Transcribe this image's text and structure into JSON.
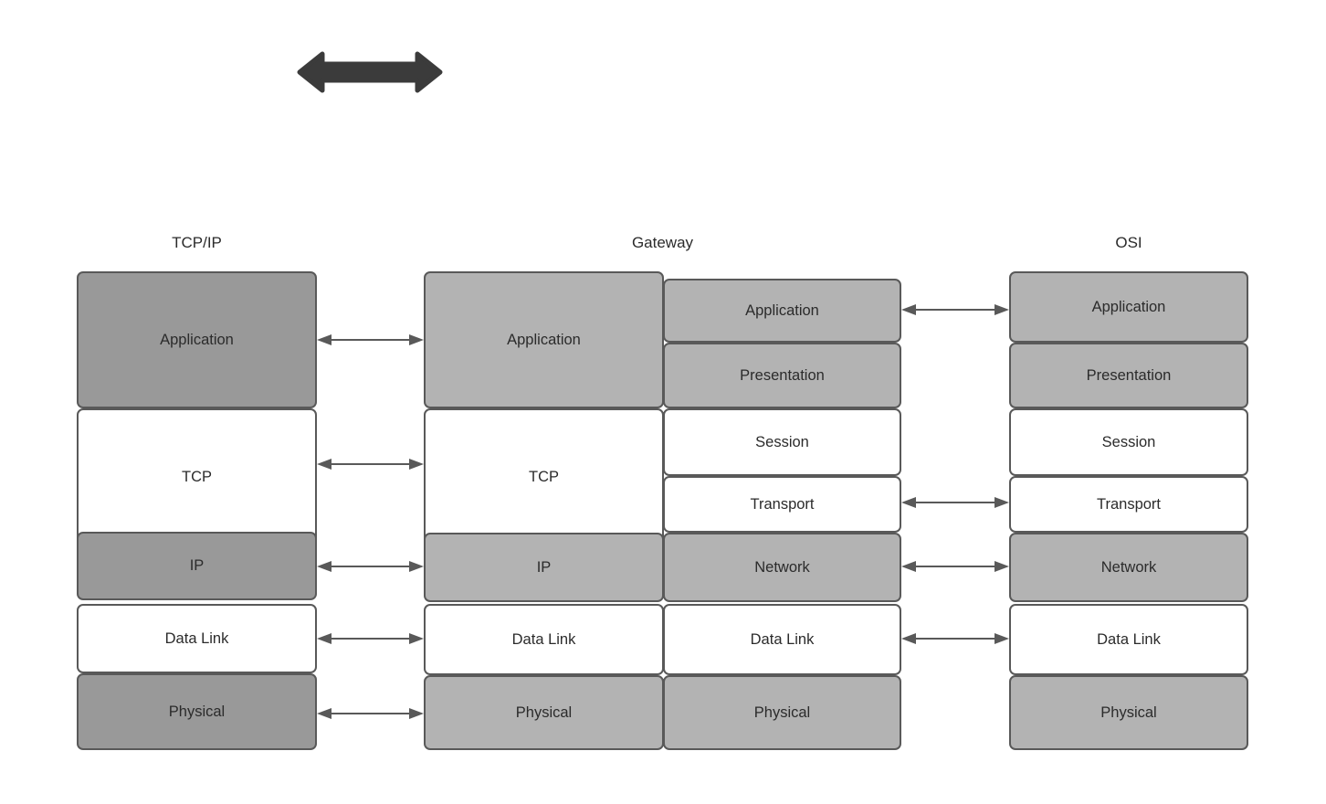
{
  "diagram": {
    "title_tcpip": "TCP/IP",
    "title_gateway": "Gateway",
    "title_osi": "OSI",
    "colors": {
      "stroke": "#595959",
      "fill_white": "#ffffff",
      "fill_gray_dark": "#999999",
      "fill_gray_light": "#b3b3b3",
      "arrow_thin": "#595959",
      "arrow_big": "#3b3b3b",
      "text": "#2b2b2b",
      "background": "#ffffff"
    },
    "top_arrow": {
      "icon": "double-headed-arrow-icon",
      "direction": "bidirectional"
    },
    "columns": {
      "tcpip": {
        "label": "TCP/IP",
        "layers": [
          {
            "name": "Application",
            "units": 2,
            "fill": "gray-dark"
          },
          {
            "name": "TCP",
            "units": 2,
            "fill": "white"
          },
          {
            "name": "IP",
            "units": 1,
            "fill": "gray-dark"
          },
          {
            "name": "Data Link",
            "units": 1,
            "fill": "white"
          },
          {
            "name": "Physical",
            "units": 1,
            "fill": "gray-dark"
          }
        ]
      },
      "gateway_left": {
        "label": "Gateway",
        "layers": [
          {
            "name": "Application",
            "units": 2,
            "fill": "gray-light"
          },
          {
            "name": "TCP",
            "units": 2,
            "fill": "white"
          },
          {
            "name": "IP",
            "units": 1,
            "fill": "gray-light"
          },
          {
            "name": "Data Link",
            "units": 1,
            "fill": "white"
          },
          {
            "name": "Physical",
            "units": 1,
            "fill": "gray-light"
          }
        ]
      },
      "gateway_right": {
        "layers": [
          {
            "name": "Application",
            "units": 1,
            "fill": "gray-light"
          },
          {
            "name": "Presentation",
            "units": 1,
            "fill": "gray-light"
          },
          {
            "name": "Session",
            "units": 1,
            "fill": "white"
          },
          {
            "name": "Transport",
            "units": 1,
            "fill": "white"
          },
          {
            "name": "Network",
            "units": 1,
            "fill": "gray-light"
          },
          {
            "name": "Data Link",
            "units": 1,
            "fill": "white"
          },
          {
            "name": "Physical",
            "units": 1,
            "fill": "gray-light"
          }
        ]
      },
      "osi": {
        "label": "OSI",
        "layers": [
          {
            "name": "Application",
            "units": 1,
            "fill": "gray-light"
          },
          {
            "name": "Presentation",
            "units": 1,
            "fill": "gray-light"
          },
          {
            "name": "Session",
            "units": 1,
            "fill": "white"
          },
          {
            "name": "Transport",
            "units": 1,
            "fill": "white"
          },
          {
            "name": "Network",
            "units": 1,
            "fill": "gray-light"
          },
          {
            "name": "Data Link",
            "units": 1,
            "fill": "white"
          },
          {
            "name": "Physical",
            "units": 1,
            "fill": "gray-light"
          }
        ]
      }
    },
    "connectors_left": [
      {
        "from": "Application",
        "to": "Application"
      },
      {
        "from": "TCP",
        "to": "TCP"
      },
      {
        "from": "IP",
        "to": "IP"
      },
      {
        "from": "Data Link",
        "to": "Data Link"
      },
      {
        "from": "Physical",
        "to": "Physical"
      }
    ],
    "connectors_right": [
      {
        "from": "Application",
        "to": "Application"
      },
      {
        "from": "Transport",
        "to": "Transport"
      },
      {
        "from": "Network",
        "to": "Network"
      },
      {
        "from": "Data Link",
        "to": "Data Link"
      }
    ]
  }
}
